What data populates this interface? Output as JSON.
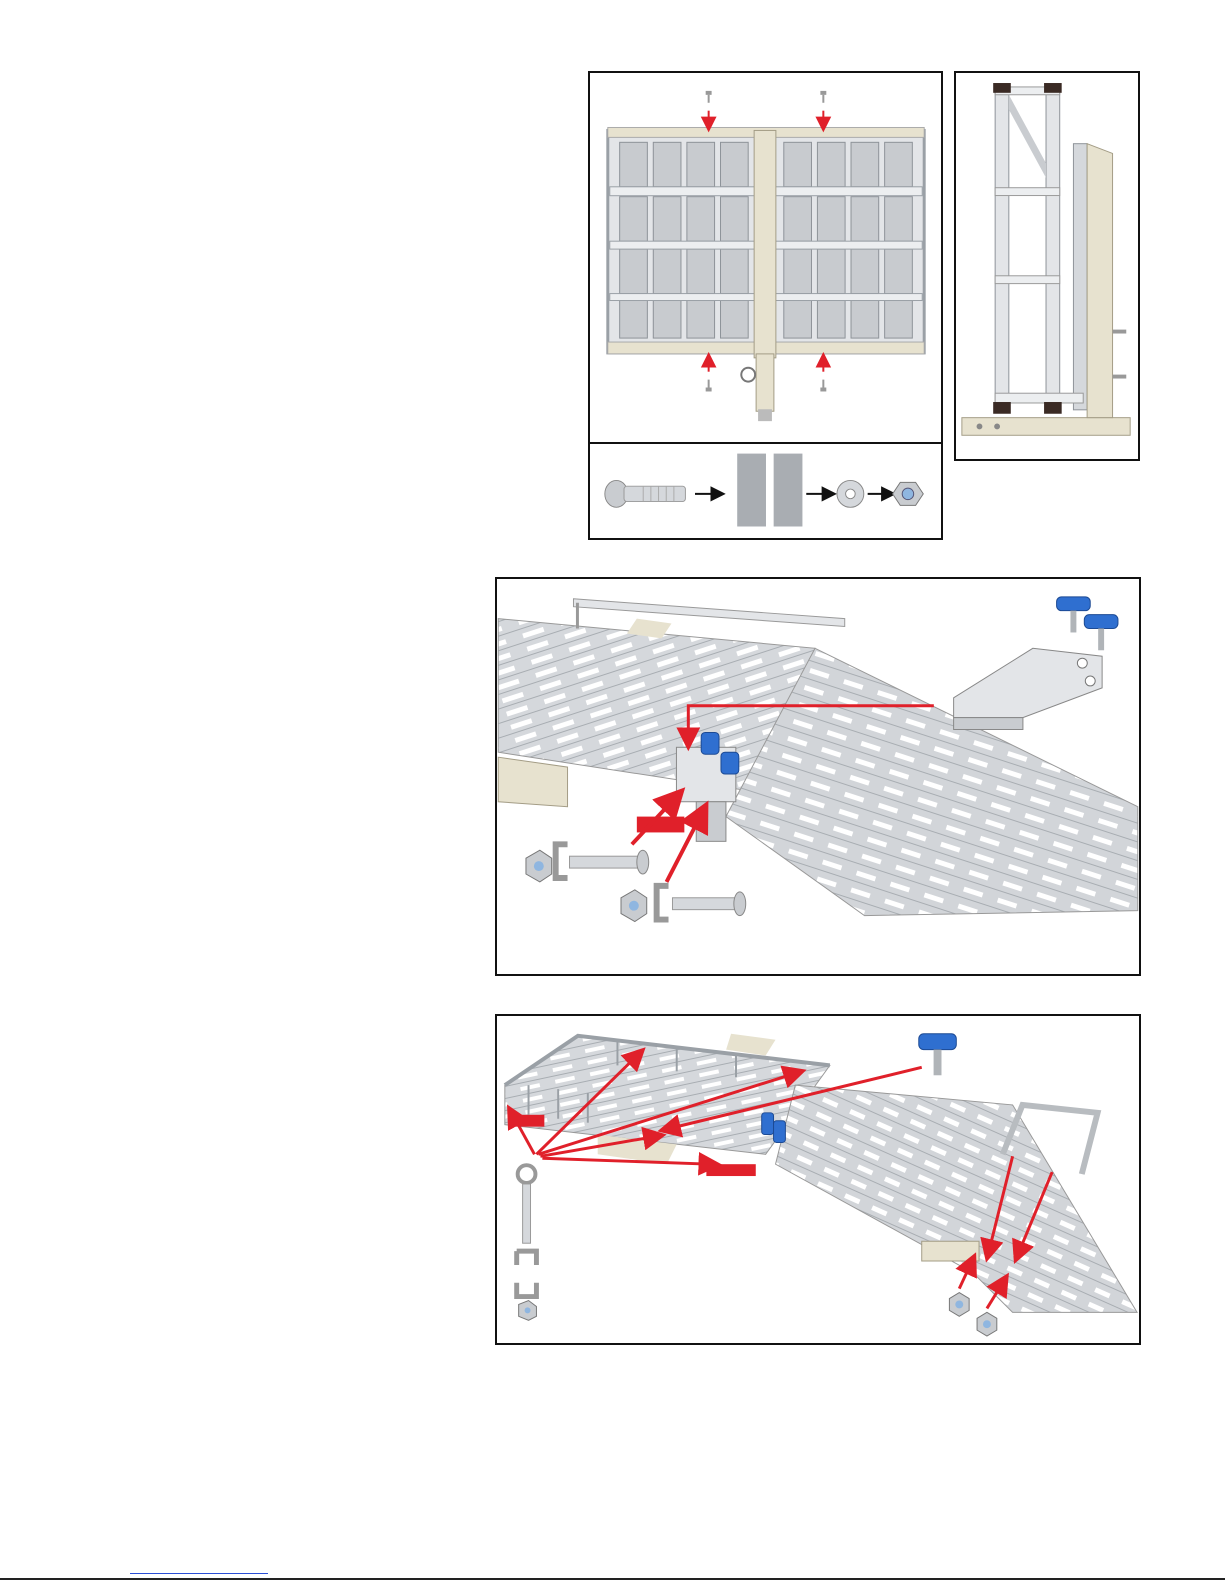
{
  "document": {
    "page_width": 1225,
    "page_height": 1585,
    "colors": {
      "frame_border": "#111111",
      "arrow_red": "#e0202a",
      "aluminum": "#d5d8dc",
      "aluminum_dark": "#9aa0a6",
      "beige_frame": "#e7e2cf",
      "blue_knob": "#2f6fd0",
      "footer_link": "#2b4fd6"
    },
    "figures": [
      {
        "id": "carrier-top-view",
        "icon": "cargo-carrier-top-view"
      },
      {
        "id": "carrier-folded-side-view",
        "icon": "cargo-carrier-folded-side"
      },
      {
        "id": "bolt-assembly-sequence",
        "icon": "bolt-washer-nut-sequence"
      },
      {
        "id": "ramp-bracket-attachment",
        "icon": "ramp-bracket-attachment"
      },
      {
        "id": "basket-ramp-assembly",
        "icon": "basket-ramp-assembly"
      }
    ]
  }
}
